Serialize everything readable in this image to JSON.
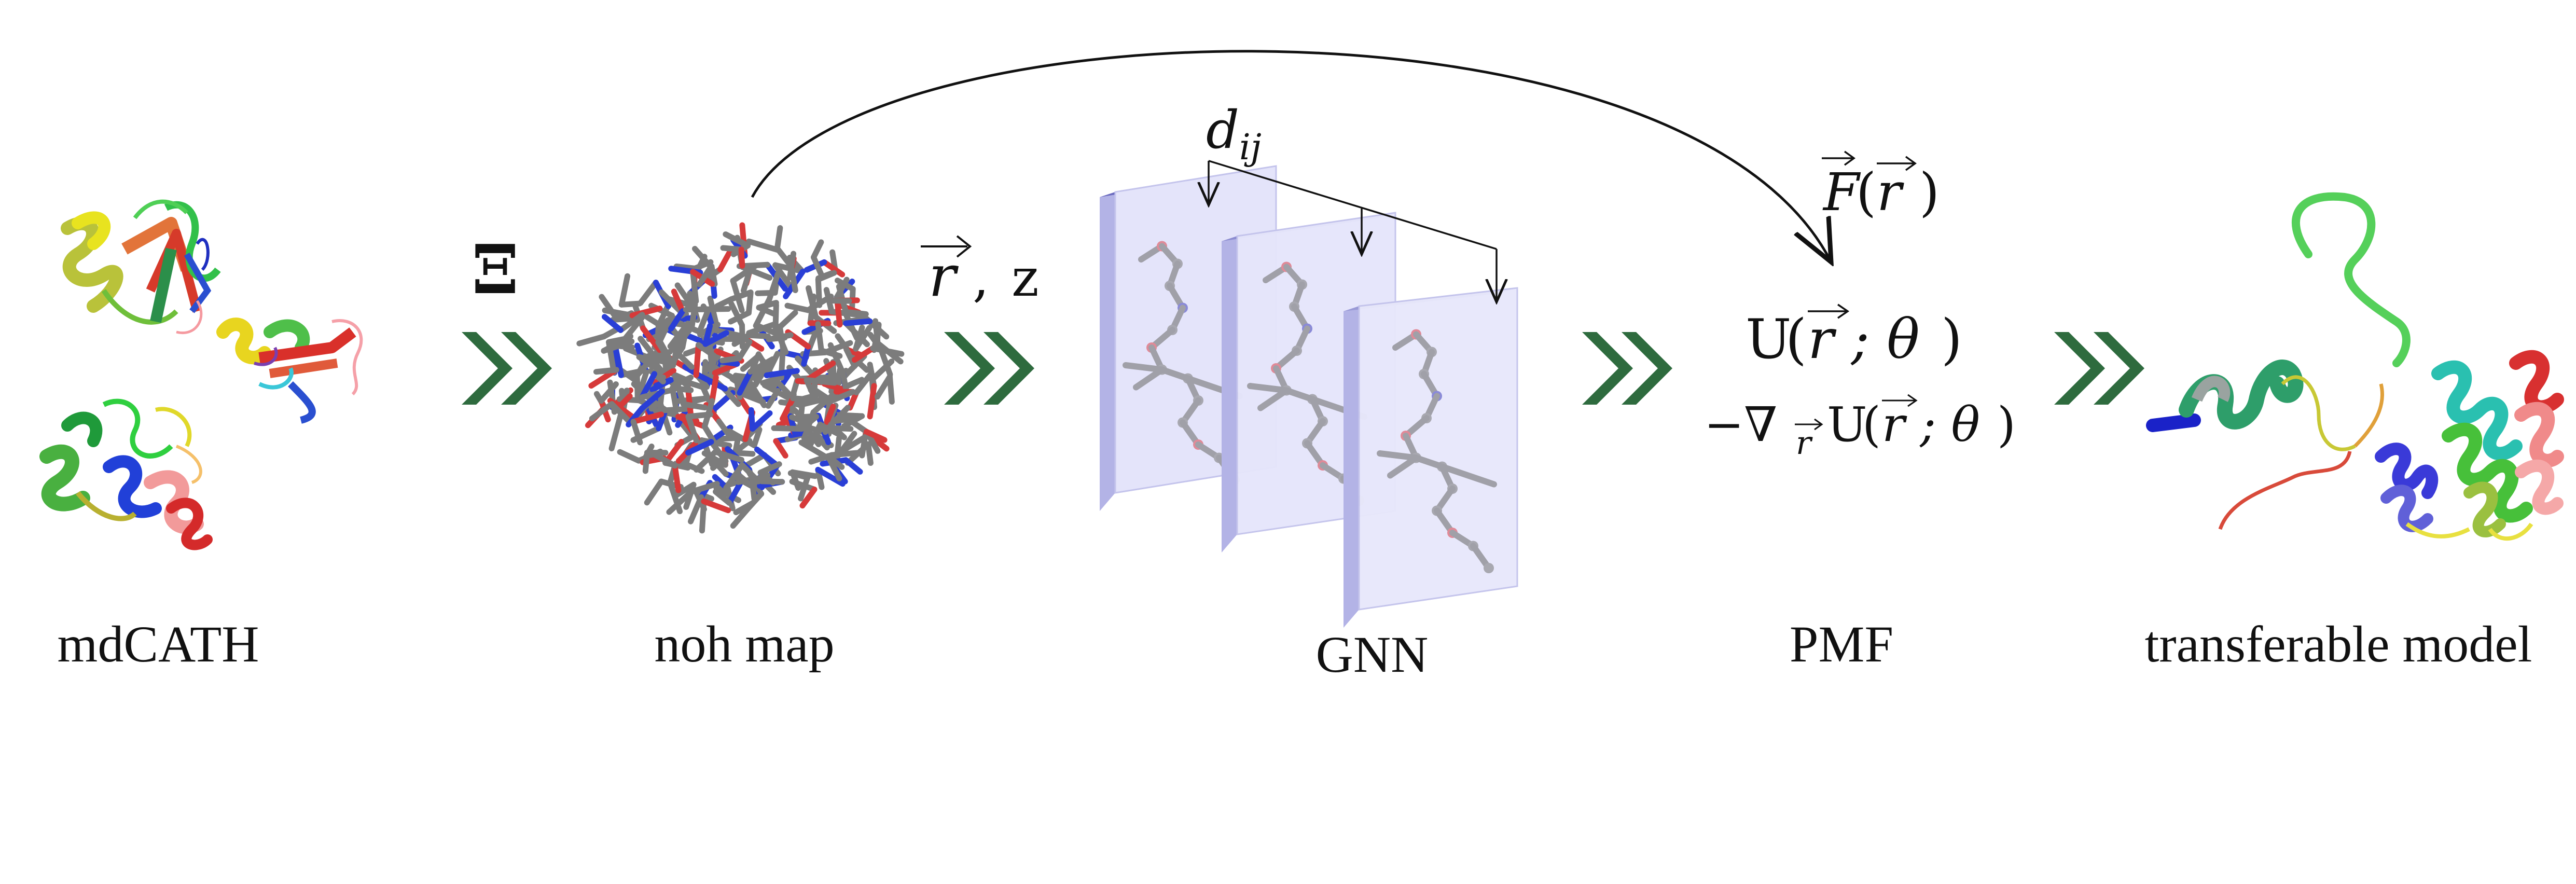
{
  "stages": [
    {
      "id": "mdcath",
      "label": "mdCATH"
    },
    {
      "id": "noh-map",
      "label": "noh map"
    },
    {
      "id": "gnn",
      "label": "GNN"
    },
    {
      "id": "pmf",
      "label": "PMF"
    },
    {
      "id": "transferable",
      "label": "transferable model"
    }
  ],
  "math": {
    "xi": "Ξ",
    "r_vec": "r",
    "z": "z",
    "comma": ",",
    "d": "d",
    "d_sub": "ij",
    "force_F": "F",
    "force_arg": "r",
    "energy_U": "U",
    "energy_args": "r ; θ",
    "grad_prefix": "−∇",
    "grad_sub": "r",
    "grad_U": "U",
    "grad_args": "r ; θ"
  },
  "colors": {
    "arrow_green": "#2e6b3e",
    "panel_fill": "#e6e6fb",
    "panel_edge": "#9a9ad6",
    "panel_top": "#7373c2",
    "stick_gray": "#8a8a8a"
  }
}
